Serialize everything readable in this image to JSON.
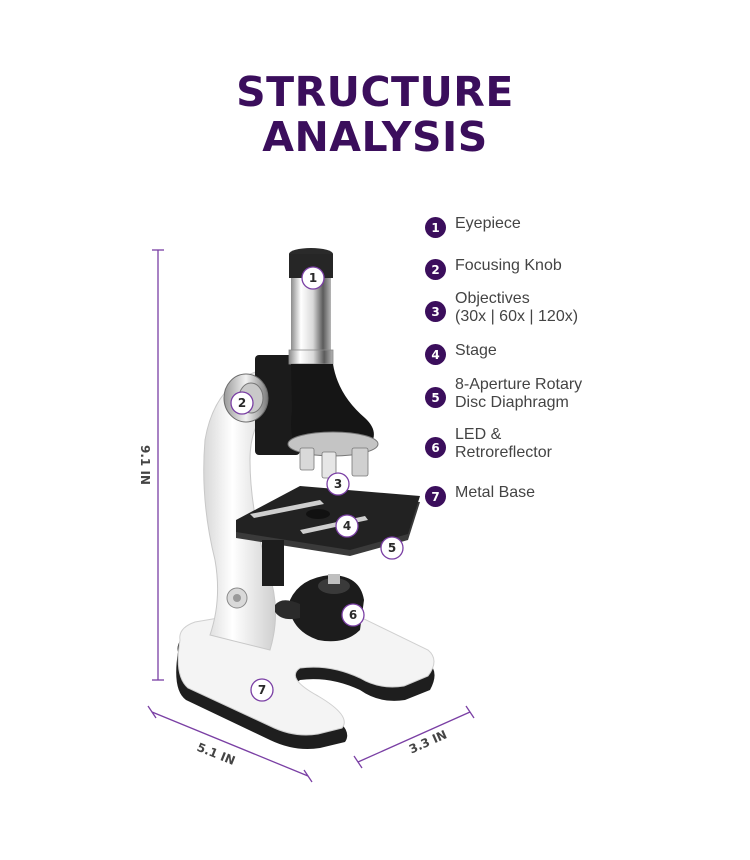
{
  "title": {
    "line1": "STRUCTURE",
    "line2": "ANALYSIS"
  },
  "colors": {
    "title": "#3b0e5c",
    "badge": "#3b0e5c",
    "callout_ring": "#7a3fa4",
    "dimension": "#7a3fa4",
    "body": "#444444"
  },
  "legend": [
    {
      "num": "1",
      "lines": [
        "Eyepiece"
      ]
    },
    {
      "num": "2",
      "lines": [
        "Focusing Knob"
      ]
    },
    {
      "num": "3",
      "lines": [
        "Objectives",
        "(30x | 60x | 120x)"
      ]
    },
    {
      "num": "4",
      "lines": [
        "Stage"
      ]
    },
    {
      "num": "5",
      "lines": [
        "8-Aperture Rotary",
        "Disc Diaphragm"
      ]
    },
    {
      "num": "6",
      "lines": [
        "LED &",
        "Retroreflector"
      ]
    },
    {
      "num": "7",
      "lines": [
        "Metal Base"
      ]
    }
  ],
  "callouts": [
    "1",
    "2",
    "3",
    "4",
    "5",
    "6",
    "7"
  ],
  "dimensions": {
    "height": "9.1 IN",
    "width": "5.1 IN",
    "depth": "3.3 IN"
  }
}
